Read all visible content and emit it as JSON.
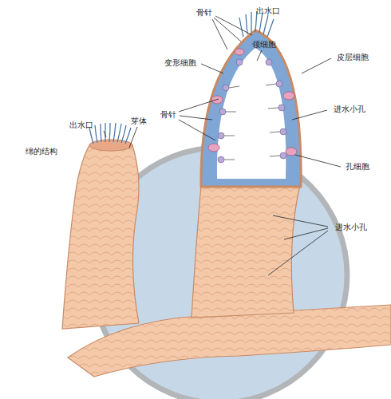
{
  "diagram": {
    "labels": [
      "出水口",
      "骨针",
      "领细胞",
      "变形细胞",
      "皮层细胞",
      "骨针",
      "进水小孔",
      "孔细胞",
      "进水小孔",
      "出水口",
      "芽体",
      "绵的结构"
    ]
  }
}
